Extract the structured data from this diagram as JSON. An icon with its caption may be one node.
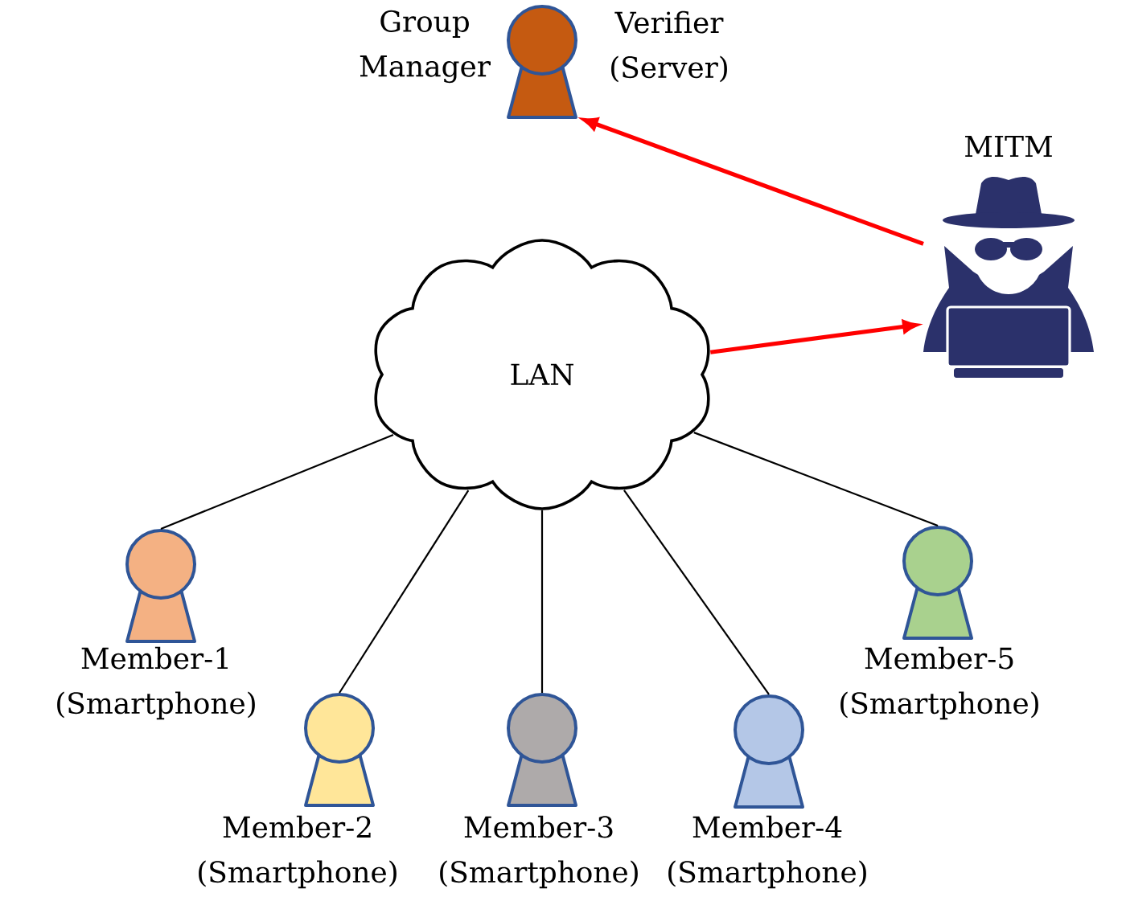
{
  "diagram": {
    "nodes": [
      {
        "text": [],
        "shape": "person",
        "beside": [
          "Group Manager",
          "Verifier (Server)"
        ]
      },
      {
        "text": [],
        "shape": "picture",
        "beside": [
          "MITM"
        ]
      },
      {
        "text": [
          "LAN"
        ]
      },
      {
        "text": [],
        "shape": "person",
        "beside": [
          "Member-1 (Smartphone)"
        ]
      },
      {
        "text": [],
        "shape": "person",
        "beside": [
          "Member-2 (Smartphone)"
        ]
      },
      {
        "text": [],
        "shape": "person",
        "beside": [
          "Member-3 (Smartphone)"
        ]
      },
      {
        "text": [],
        "shape": "person",
        "beside": [
          "Member-4 (Smartphone)"
        ]
      },
      {
        "text": [],
        "shape": "person",
        "beside": [
          "Member-5 (Smartphone)"
        ]
      }
    ],
    "edges": [
      {
        "from": 1,
        "to": 0,
        "arrow": "to",
        "style": "thick",
        "color": "#ff0000"
      },
      {
        "from": 2,
        "to": 1,
        "arrow": "to",
        "style": "thick",
        "color": "#ff0000"
      },
      {
        "from": 2,
        "to": 3,
        "arrow": "none"
      },
      {
        "from": 2,
        "to": 4,
        "arrow": "none"
      },
      {
        "from": 2,
        "to": 5,
        "arrow": "none"
      },
      {
        "from": 2,
        "to": 6,
        "arrow": "none"
      },
      {
        "from": 2,
        "to": 7,
        "arrow": "none"
      }
    ]
  }
}
